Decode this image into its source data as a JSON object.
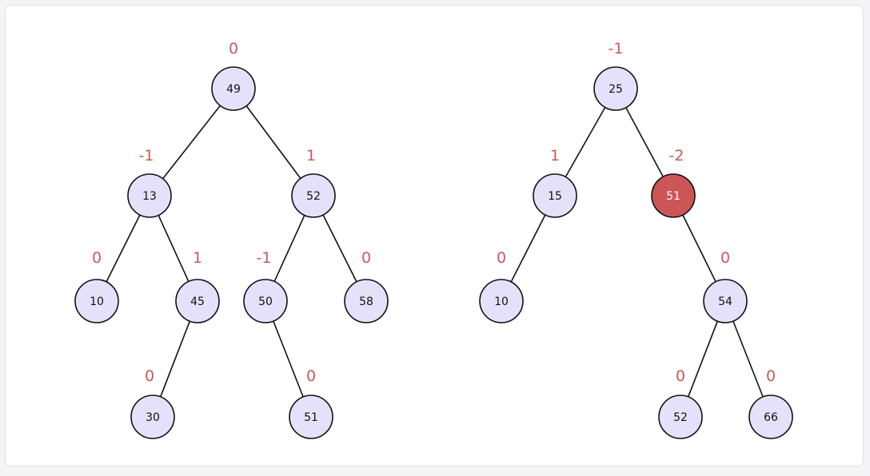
{
  "colors": {
    "node_fill": "#e6e1fb",
    "node_stroke": "#111111",
    "node_text": "#111111",
    "highlight_fill": "#cc5555",
    "highlight_text": "#ffffff",
    "edge": "#111111",
    "balance_factor": "#c85a5a"
  },
  "trees": [
    {
      "name": "left-tree",
      "nodes": [
        {
          "id": "n49",
          "key": "49",
          "bf": "0"
        },
        {
          "id": "n13",
          "key": "13",
          "bf": "-1"
        },
        {
          "id": "n52",
          "key": "52",
          "bf": "1"
        },
        {
          "id": "n10",
          "key": "10",
          "bf": "0"
        },
        {
          "id": "n45",
          "key": "45",
          "bf": "1"
        },
        {
          "id": "n50",
          "key": "50",
          "bf": "-1"
        },
        {
          "id": "n58",
          "key": "58",
          "bf": "0"
        },
        {
          "id": "n30",
          "key": "30",
          "bf": "0"
        },
        {
          "id": "n51",
          "key": "51",
          "bf": "0"
        }
      ],
      "edges": [
        [
          "n49",
          "n13"
        ],
        [
          "n49",
          "n52"
        ],
        [
          "n13",
          "n10"
        ],
        [
          "n13",
          "n45"
        ],
        [
          "n52",
          "n50"
        ],
        [
          "n52",
          "n58"
        ],
        [
          "n45",
          "n30"
        ],
        [
          "n50",
          "n51"
        ]
      ]
    },
    {
      "name": "right-tree",
      "nodes": [
        {
          "id": "r25",
          "key": "25",
          "bf": "-1"
        },
        {
          "id": "r15",
          "key": "15",
          "bf": "1"
        },
        {
          "id": "r51",
          "key": "51",
          "bf": "-2",
          "highlight": true
        },
        {
          "id": "r10",
          "key": "10",
          "bf": "0"
        },
        {
          "id": "r54",
          "key": "54",
          "bf": "0"
        },
        {
          "id": "r52",
          "key": "52",
          "bf": "0"
        },
        {
          "id": "r66",
          "key": "66",
          "bf": "0"
        }
      ],
      "edges": [
        [
          "r25",
          "r15"
        ],
        [
          "r25",
          "r51"
        ],
        [
          "r15",
          "r10"
        ],
        [
          "r51",
          "r54"
        ],
        [
          "r54",
          "r52"
        ],
        [
          "r54",
          "r66"
        ]
      ]
    }
  ]
}
